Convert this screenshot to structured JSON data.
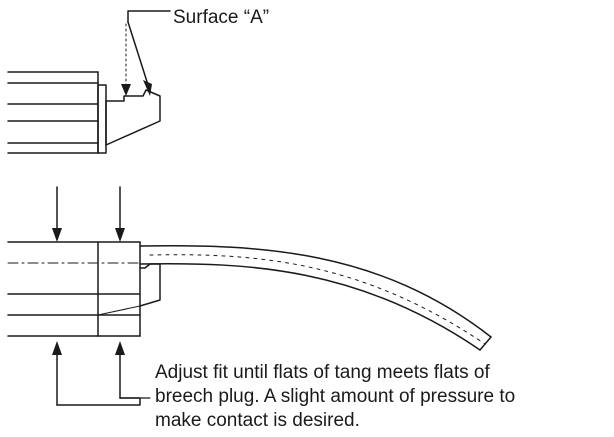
{
  "labels": {
    "surface": "Surface “A”"
  },
  "note": {
    "line1": "Adjust fit until flats of tang meets flats of",
    "line2": "breech plug. A slight amount of pressure to",
    "line3": "make contact is desired."
  }
}
